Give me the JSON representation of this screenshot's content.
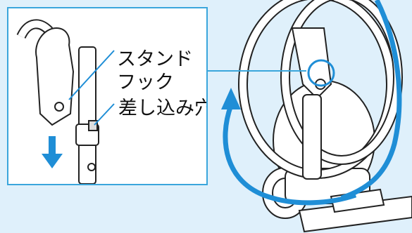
{
  "labels": {
    "stand_hook_line1": "スタンド",
    "stand_hook_line2": "フック",
    "insertion_hole": "差し込み穴"
  },
  "colors": {
    "background": "#dff0fb",
    "frame": "#3aa6dc",
    "arrow_blue": "#1f8ed6",
    "line": "#222222"
  },
  "icons": {
    "down_arrow": "down-arrow-icon",
    "rotate_arrow": "rotate-arrow-icon"
  }
}
